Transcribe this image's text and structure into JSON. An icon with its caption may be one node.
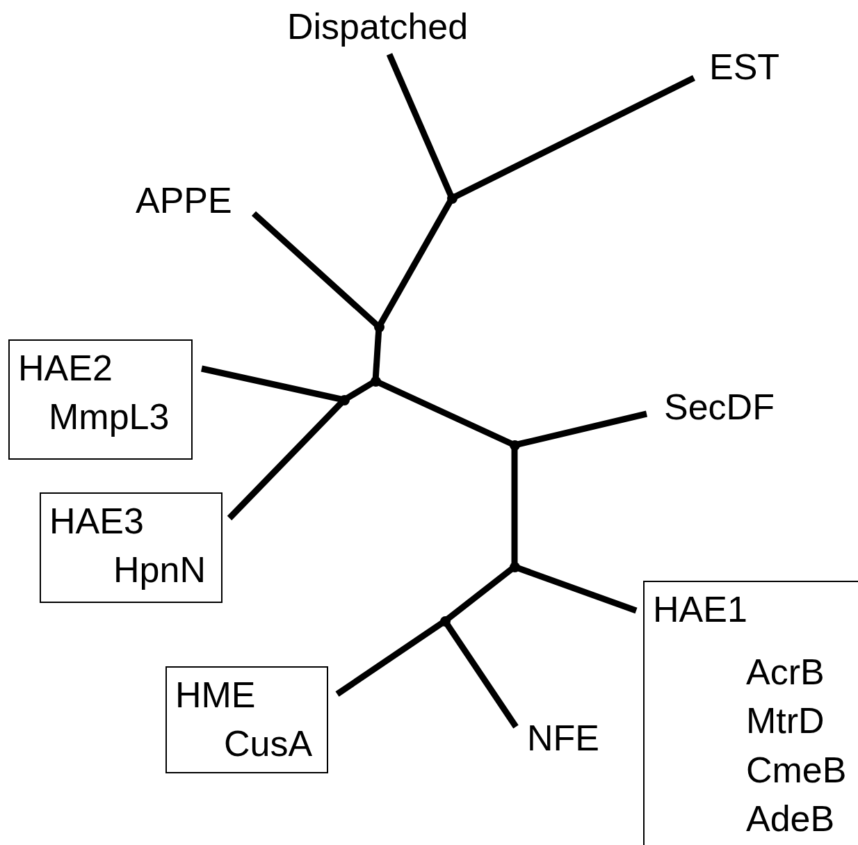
{
  "diagram": {
    "nodes": [
      {
        "text": [
          "Dispatched"
        ]
      },
      {
        "text": [
          "EST"
        ]
      },
      {
        "text": [
          "APPE"
        ]
      },
      {
        "text": [
          "HAE2",
          "MmpL3"
        ]
      },
      {
        "text": [
          "SecDF"
        ]
      },
      {
        "text": [
          "HAE3",
          "HpnN"
        ]
      },
      {
        "text": [
          "HAE1",
          "AcrB",
          "MtrD",
          "CmeB",
          "AdeB"
        ]
      },
      {
        "text": [
          "HME",
          "CusA"
        ]
      },
      {
        "text": [
          "NFE"
        ]
      },
      {
        "text": [],
        "shape": "dot"
      },
      {
        "text": [],
        "shape": "dot"
      },
      {
        "text": [],
        "shape": "dot"
      },
      {
        "text": [],
        "shape": "dot"
      },
      {
        "text": [],
        "shape": "dot"
      },
      {
        "text": [],
        "shape": "dot"
      },
      {
        "text": [],
        "shape": "dot"
      }
    ],
    "edges": [
      {
        "from": 9,
        "to": 0,
        "arrow": "none"
      },
      {
        "from": 9,
        "to": 1,
        "arrow": "none"
      },
      {
        "from": 10,
        "to": 9,
        "arrow": "none"
      },
      {
        "from": 10,
        "to": 2,
        "arrow": "none"
      },
      {
        "from": 10,
        "to": 11,
        "arrow": "none"
      },
      {
        "from": 11,
        "to": 12,
        "arrow": "none"
      },
      {
        "from": 12,
        "to": 3,
        "arrow": "none"
      },
      {
        "from": 12,
        "to": 5,
        "arrow": "none"
      },
      {
        "from": 11,
        "to": 13,
        "arrow": "none"
      },
      {
        "from": 13,
        "to": 4,
        "arrow": "none"
      },
      {
        "from": 13,
        "to": 14,
        "arrow": "none"
      },
      {
        "from": 14,
        "to": 6,
        "arrow": "none"
      },
      {
        "from": 14,
        "to": 15,
        "arrow": "none"
      },
      {
        "from": 15,
        "to": 7,
        "arrow": "none"
      },
      {
        "from": 15,
        "to": 8,
        "arrow": "none"
      }
    ]
  }
}
